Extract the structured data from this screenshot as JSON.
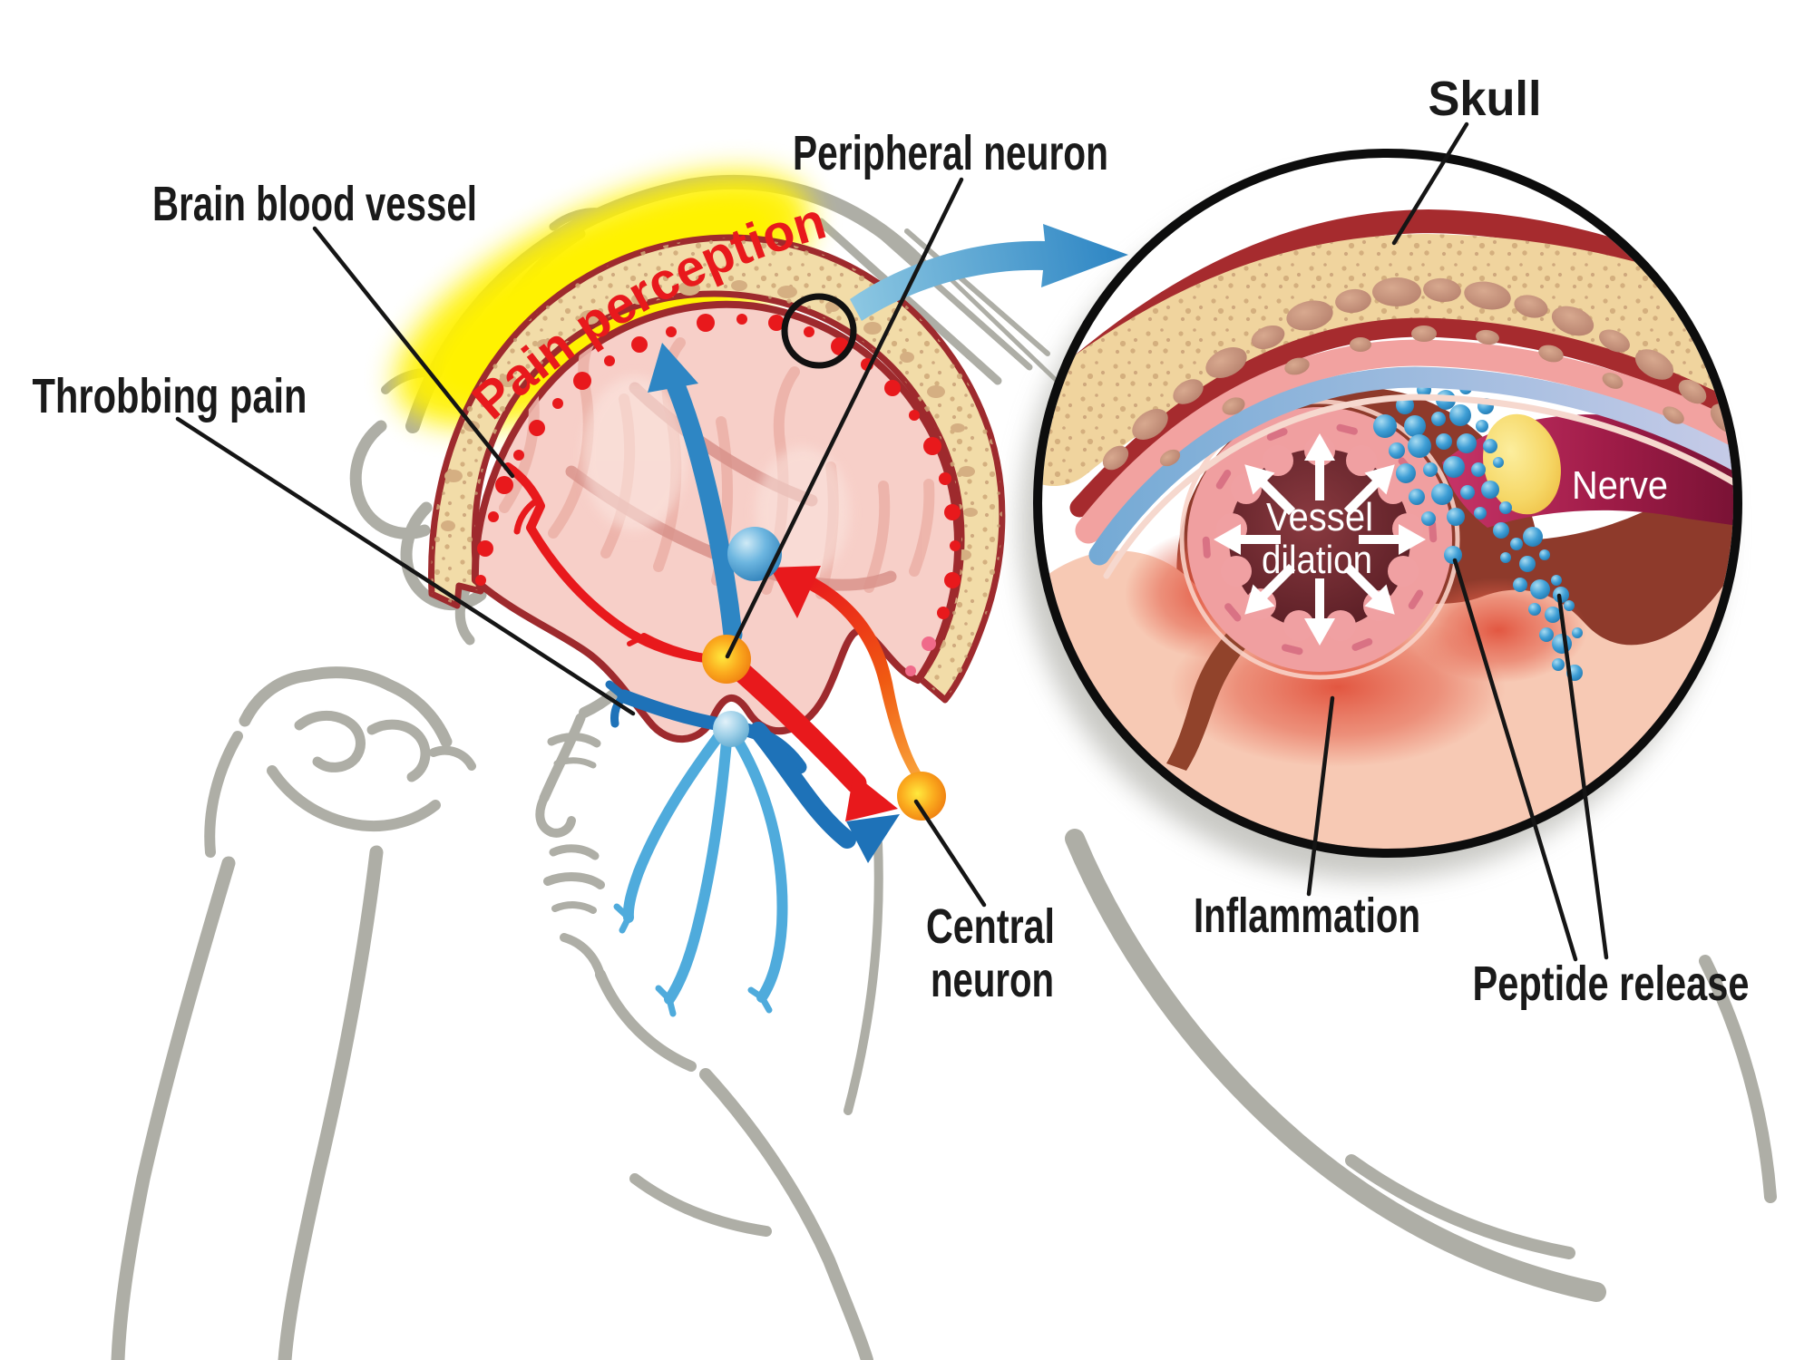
{
  "labels": {
    "brain_blood_vessel": "Brain blood vessel",
    "throbbing_pain": "Throbbing pain",
    "peripheral_neuron": "Peripheral neuron",
    "pain_perception": "Pain perception",
    "central_neuron_line1": "Central",
    "central_neuron_line2": "neuron",
    "skull": "Skull",
    "nerve": "Nerve",
    "vessel_dilation_line1": "Vessel",
    "vessel_dilation_line2": "dilation",
    "inflammation": "Inflammation",
    "peptide_release": "Peptide release"
  },
  "colors": {
    "highlight_yellow": "#FFF100",
    "pain_text_red": "#E8191C",
    "label_black": "#1A1A1A",
    "sketch_gray": "#AEAEA6",
    "artery_red": "#E8191C",
    "pathway_blue": "#2E86C4",
    "vein_blue_dark": "#1E72B8",
    "vein_blue_light": "#4FABDC",
    "neuron_orange": "#F7941D",
    "neuron_blue": "#4FA7D8",
    "skull_bone_tan": "#F2DCA8",
    "skull_outline_red": "#9E2A2D",
    "brain_pink": "#F7CFC8",
    "inset_dura_red": "#8E3A2B",
    "peptide_blue": "#3FA0D8",
    "nerve_yellow": "#F5D76E",
    "nerve_tract_magenta": "#A81E4F",
    "inset_tissue_pink": "#F7C9B4"
  }
}
